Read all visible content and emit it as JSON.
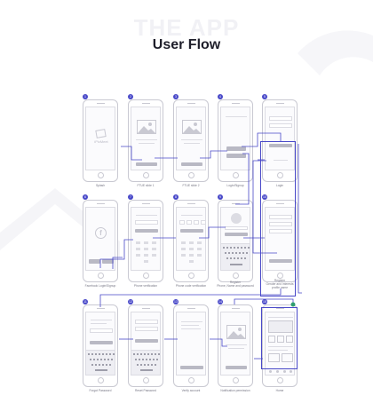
{
  "watermark": "THE APP",
  "title": "User Flow",
  "colors": {
    "flow": "#4848c8",
    "frame": "#c9c9d2",
    "title": "#1e1e2a",
    "caption": "#777785"
  },
  "screens": [
    {
      "num": "1",
      "caption": "Splash",
      "logo": "iPicMeet"
    },
    {
      "num": "2",
      "caption": "FTUE slide 1"
    },
    {
      "num": "3",
      "caption": "FTUE slide 2"
    },
    {
      "num": "4",
      "caption": "Login/Signup"
    },
    {
      "num": "5",
      "caption": "Login"
    },
    {
      "num": "6",
      "caption": "Facebook Login/Signup",
      "fb": "f"
    },
    {
      "num": "7",
      "caption": "Phone verification"
    },
    {
      "num": "8",
      "caption": "Phone code verification"
    },
    {
      "num": "9",
      "caption": "Register\nPhone, Name and password"
    },
    {
      "num": "10",
      "caption": "Register\nGender and Interests\nprofile name"
    },
    {
      "num": "11",
      "caption": "Forgot Password"
    },
    {
      "num": "12",
      "caption": "Reset Password"
    },
    {
      "num": "13",
      "caption": "Verify account"
    },
    {
      "num": "14",
      "caption": "Notification permission"
    },
    {
      "num": "15",
      "caption": "Home"
    }
  ]
}
